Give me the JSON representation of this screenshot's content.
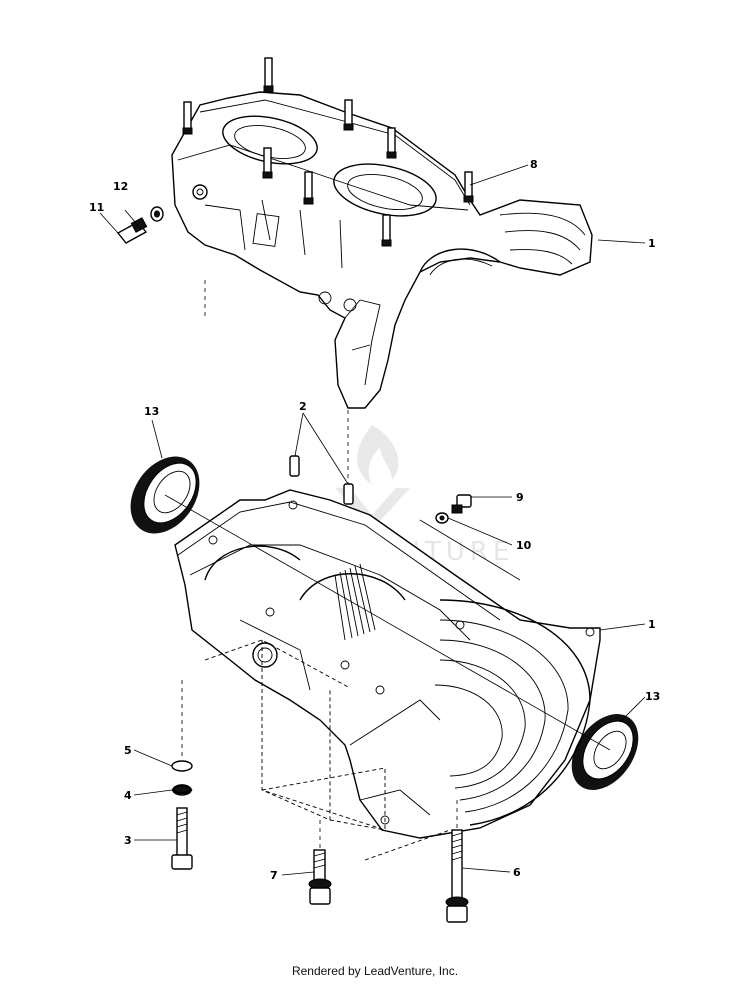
{
  "credit": "Rendered by LeadVenture, Inc.",
  "watermark": {
    "text": "LEADVENTURE",
    "color": "#d3d3d3"
  },
  "callouts": {
    "c1_upper": "1",
    "c8": "8",
    "c11": "11",
    "c12": "12",
    "c2": "2",
    "c13_left": "13",
    "c9": "9",
    "c10": "10",
    "c1_lower": "1",
    "c13_right": "13",
    "c5": "5",
    "c4": "4",
    "c3": "3",
    "c7": "7",
    "c6": "6"
  }
}
